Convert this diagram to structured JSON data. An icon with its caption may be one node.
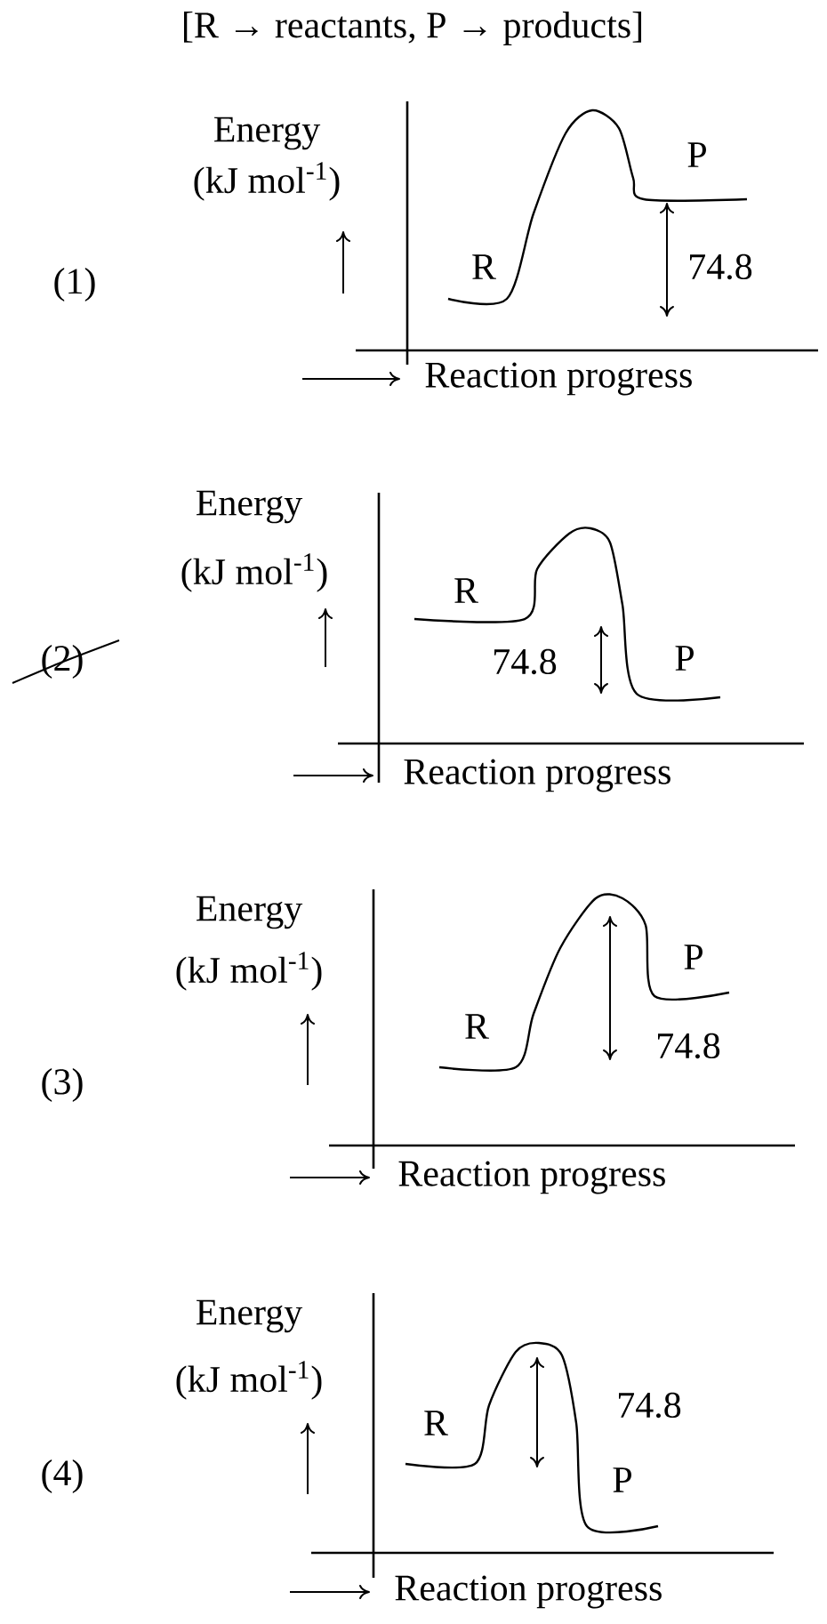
{
  "diagram": {
    "labels": [
      "[R → reactants, P → products]",
      "Energy",
      "(kJ mol$^{-1}$)",
      "(1)",
      "R",
      "P",
      "74.8",
      "Reaction progress",
      "Energy",
      "(kJ mol$^{-1}$)",
      "(2)",
      "R",
      "P",
      "74.8",
      "Reaction progress",
      "Energy",
      "(kJ mol$^{-1}$)",
      "(3)",
      "R",
      "P",
      "74.8",
      "Reaction progress",
      "Energy",
      "(kJ mol$^{-1}$)",
      "(4)",
      "R",
      "P",
      "74.8",
      "Reaction progress"
    ]
  }
}
